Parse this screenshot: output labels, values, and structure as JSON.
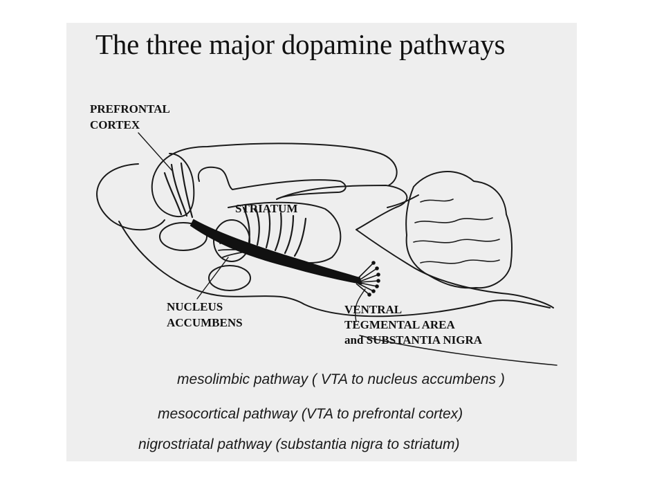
{
  "title": "The three major dopamine pathways",
  "labels": {
    "prefrontal": [
      "PREFRONTAL",
      "CORTEX"
    ],
    "striatum": "STRIATUM",
    "accumbens": [
      "NUCLEUS",
      "ACCUMBENS"
    ],
    "vta": [
      "VENTRAL",
      "TEGMENTAL AREA",
      "and SUBSTANTIA NIGRA"
    ]
  },
  "captions": [
    "mesolimbic pathway ( VTA to nucleus accumbens )",
    "mesocortical pathway (VTA to prefrontal cortex)",
    "nigrostriatal pathway  (substantia nigra to striatum)"
  ]
}
